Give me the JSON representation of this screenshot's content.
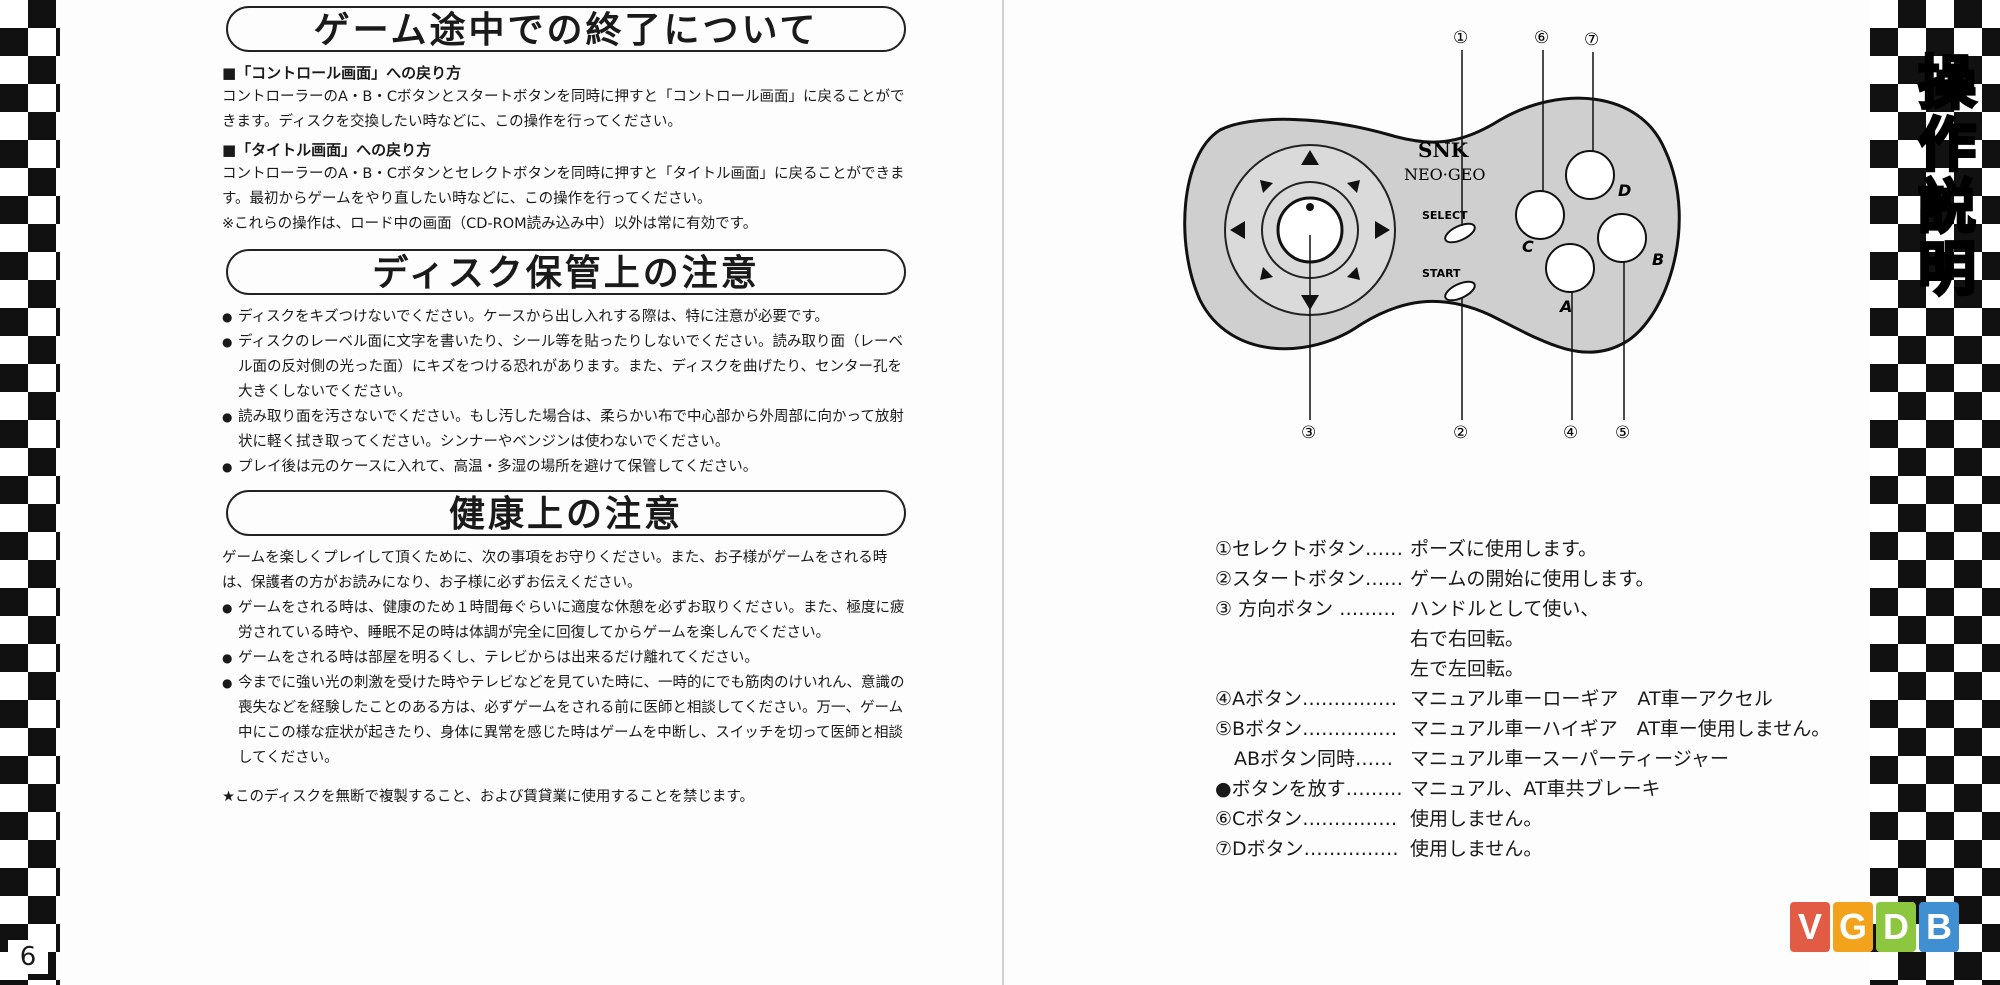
{
  "page_number": "6",
  "sections": {
    "end_game": {
      "title": "ゲーム途中での終了について",
      "sub1": "■「コントロール画面」への戻り方",
      "sub1_text": "コントローラーのA・B・Cボタンとスタートボタンを同時に押すと「コントロール画面」に戻ることができます。ディスクを交換したい時などに、この操作を行ってください。",
      "sub2": "■「タイトル画面」への戻り方",
      "sub2_text": "コントローラーのA・B・Cボタンとセレクトボタンを同時に押すと「タイトル画面」に戻ることができます。最初からゲームをやり直したい時などに、この操作を行ってください。",
      "note": "※これらの操作は、ロード中の画面（CD-ROM読み込み中）以外は常に有効です。"
    },
    "disc_care": {
      "title": "ディスク保管上の注意",
      "items": [
        "ディスクをキズつけないでください。ケースから出し入れする際は、特に注意が必要です。",
        "ディスクのレーベル面に文字を書いたり、シール等を貼ったりしないでください。読み取り面（レーベル面の反対側の光った面）にキズをつける恐れがあります。また、ディスクを曲げたり、センター孔を大きくしないでください。",
        "読み取り面を汚さないでください。もし汚した場合は、柔らかい布で中心部から外周部に向かって放射状に軽く拭き取ってください。シンナーやベンジンは使わないでください。",
        "プレイ後は元のケースに入れて、高温・多湿の場所を避けて保管してください。"
      ]
    },
    "health": {
      "title": "健康上の注意",
      "intro": "ゲームを楽しくプレイして頂くために、次の事項をお守りください。また、お子様がゲームをされる時は、保護者の方がお読みになり、お子様に必ずお伝えください。",
      "items": [
        "ゲームをされる時は、健康のため１時間毎ぐらいに適度な休憩を必ずお取りください。また、極度に疲労されている時や、睡眠不足の時は体調が完全に回復してからゲームを楽しんでください。",
        "ゲームをされる時は部屋を明るくし、テレビからは出来るだけ離れてください。",
        "今までに強い光の刺激を受けた時やテレビなどを見ていた時に、一時的にでも筋肉のけいれん、意識の喪失などを経験したことのある方は、必ずゲームをされる前に医師と相談してください。万一、ゲーム中にこの様な症状が起きたり、身体に異常を感じた時はゲームを中断し、スイッチを切って医師と相談してください。"
      ],
      "copyright": "★このディスクを無断で複製すること、および賃貸業に使用することを禁じます。"
    }
  },
  "controller": {
    "brand": "SNK",
    "model": "NEO·GEO",
    "select_label": "SELECT",
    "start_label": "START",
    "buttons": {
      "a": "A",
      "b": "B",
      "c": "C",
      "d": "D"
    },
    "callouts": {
      "n1": "①",
      "n2": "②",
      "n3": "③",
      "n4": "④",
      "n5": "⑤",
      "n6": "⑥",
      "n7": "⑦"
    },
    "body_color": "#cfcfcf"
  },
  "legend": [
    {
      "name": "①セレクトボタン……",
      "desc": "ポーズに使用します。"
    },
    {
      "name": "②スタートボタン……",
      "desc": "ゲームの開始に使用します。"
    },
    {
      "name": "③ 方向ボタン ………",
      "desc": "ハンドルとして使い、"
    },
    {
      "name": "",
      "desc": "右で右回転。"
    },
    {
      "name": "",
      "desc": "左で左回転。"
    },
    {
      "name": "④Aボタン……………",
      "desc": "マニュアル車ーローギア　AT車ーアクセル"
    },
    {
      "name": "⑤Bボタン……………",
      "desc": "マニュアル車ーハイギア　AT車ー使用しません。"
    },
    {
      "name": "　ABボタン同時……",
      "desc": "マニュアル車ースーパーティージャー"
    },
    {
      "name": "●ボタンを放す………",
      "desc": "マニュアル、AT車共ブレーキ"
    },
    {
      "name": "⑥Cボタン……………",
      "desc": "使用しません。"
    },
    {
      "name": "⑦Dボタン……………",
      "desc": "使用しません。"
    }
  ],
  "side_title": [
    "操",
    "作",
    "説",
    "明"
  ],
  "watermark": {
    "letters": [
      "V",
      "G",
      "D",
      "B"
    ],
    "colors": [
      "#e25b45",
      "#f2a31b",
      "#8dc63f",
      "#3f8fd2"
    ]
  }
}
